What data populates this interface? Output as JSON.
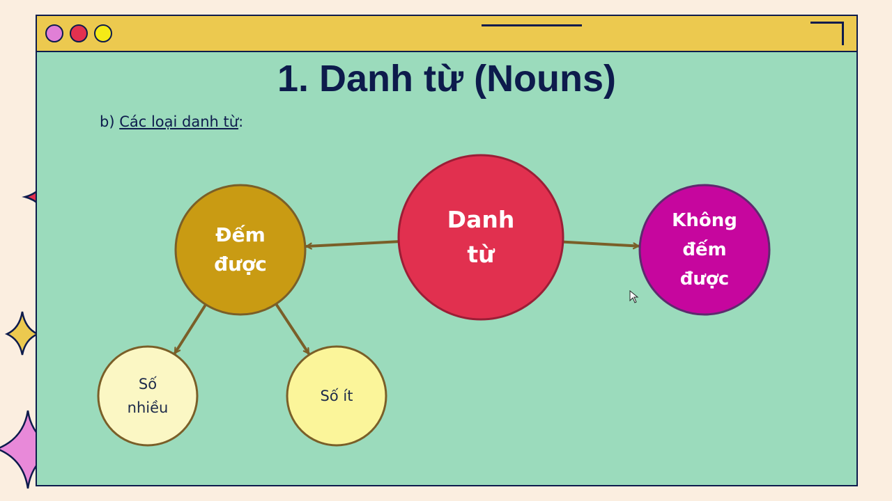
{
  "window": {
    "dot_colors": [
      "#e07fd6",
      "#e3314f",
      "#f5ea16"
    ]
  },
  "slide": {
    "title": "1. Danh từ (Nouns)",
    "subtitle_prefix": "b) ",
    "subtitle_link": "Các loại danh từ",
    "subtitle_suffix": ":"
  },
  "diagram": {
    "nodes": {
      "root": {
        "label_lines": [
          "Danh",
          "từ"
        ],
        "color": "#e1304f"
      },
      "countable": {
        "label_lines": [
          "Đếm",
          "được"
        ],
        "color": "#c99b13"
      },
      "uncountable": {
        "label_lines": [
          "Không",
          "đếm",
          "được"
        ],
        "color": "#c6069e"
      },
      "plural": {
        "label_lines": [
          "Số",
          "nhiều"
        ],
        "color": "#fbf7c4"
      },
      "singular": {
        "label_lines": [
          "Số ít"
        ],
        "color": "#fbf59a"
      }
    },
    "arrow_color": "#7a5f28",
    "edges": [
      {
        "from": "root",
        "to": "countable"
      },
      {
        "from": "root",
        "to": "uncountable"
      },
      {
        "from": "countable",
        "to": "plural"
      },
      {
        "from": "countable",
        "to": "singular"
      }
    ]
  },
  "decor": {
    "star_colors": [
      "#e3314f",
      "#e07fd6",
      "#ecc94f",
      "#9bdbbc",
      "#e889d9"
    ]
  }
}
